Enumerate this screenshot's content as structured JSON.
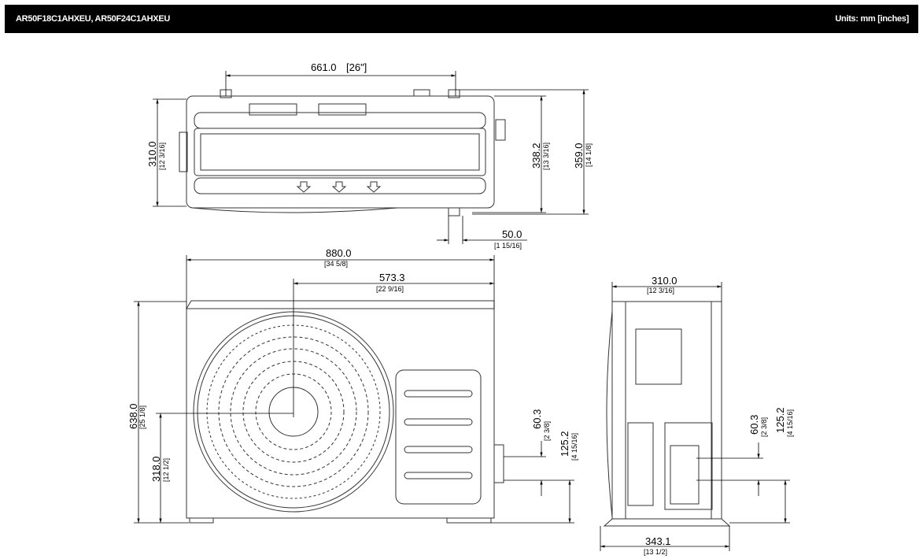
{
  "header": {
    "models": "AR50F18C1AHXEU, AR50F24C1AHXEU",
    "units": "Units: mm [inches]"
  },
  "top_view": {
    "width": {
      "mm": "661.0",
      "in": "[26\"]"
    },
    "depth": {
      "mm": "310.0",
      "in": "[12 3/16]"
    },
    "depth_valve": {
      "mm": "338.2",
      "in": "[13 3/16]"
    },
    "depth_total": {
      "mm": "359.0",
      "in": "[14 1/8]"
    },
    "foot_offset": {
      "mm": "50.0",
      "in": "[1 15/16]"
    }
  },
  "front_view": {
    "width": {
      "mm": "880.0",
      "in": "[34 5/8]"
    },
    "fan_offset": {
      "mm": "573.3",
      "in": "[22 9/16]"
    },
    "height": {
      "mm": "638.0",
      "in": "[25 1/8]"
    },
    "fan_center": {
      "mm": "318.0",
      "in": "[12 1/2]"
    },
    "valve_gap": {
      "mm": "60.3",
      "in": "[2 3/8]"
    },
    "valve_height": {
      "mm": "125.2",
      "in": "[4 15/16]"
    }
  },
  "side_view": {
    "width": {
      "mm": "310.0",
      "in": "[12 3/16]"
    },
    "base": {
      "mm": "343.1",
      "in": "[13 1/2]"
    },
    "valve_gap": {
      "mm": "60.3",
      "in": "[2 3/8]"
    },
    "valve_height": {
      "mm": "125.2",
      "in": "[4 15/16]"
    }
  }
}
